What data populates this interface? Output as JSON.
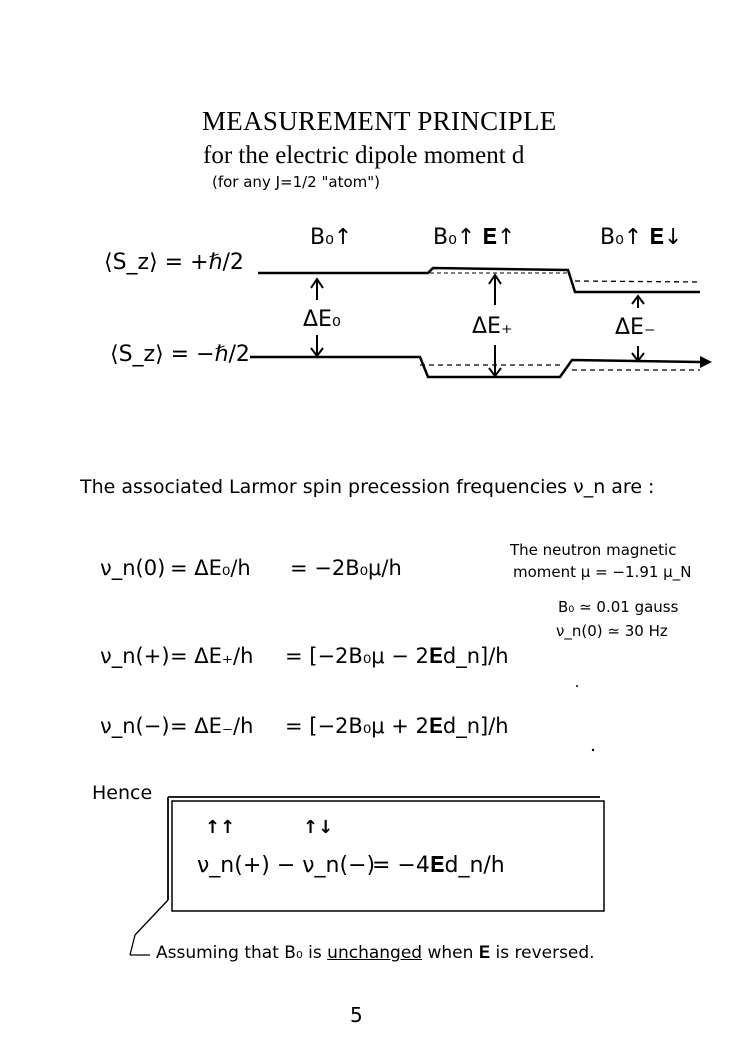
{
  "header": {
    "title": "MEASUREMENT  PRINCIPLE",
    "subtitle": "for the electric dipole moment  d",
    "note": "(for any  J=1/2 \"atom\")"
  },
  "diagram": {
    "state_up": "⟨S_z⟩ = +ℏ/2",
    "state_down": "⟨S_z⟩ = −ℏ/2",
    "field_labels": [
      "B₀↑",
      "B₀↑  𝐄↑",
      "B₀↑  𝐄↓"
    ],
    "splittings": [
      "ΔE₀",
      "ΔE₊",
      "ΔE₋"
    ]
  },
  "intro": "The associated Larmor spin precession frequencies ν_n are :",
  "equations": [
    {
      "lhs": "ν_n(0)",
      "mid": "= ΔE₀/h",
      "rhs": "= −2B₀μ/h"
    },
    {
      "lhs": "ν_n(+)",
      "mid": "= ΔE₊/h",
      "rhs": "= [−2B₀μ − 2𝐄d_n]/h"
    },
    {
      "lhs": "ν_n(−)",
      "mid": "= ΔE₋/h",
      "rhs": "= [−2B₀μ + 2𝐄d_n]/h"
    }
  ],
  "side_notes": {
    "line1": "The neutron magnetic",
    "line2": "moment  μ = −1.91 μ_N",
    "line3": "B₀ ≃ 0.01 gauss",
    "line4": "ν_n(0) ≃ 30 Hz"
  },
  "hence": "Hence",
  "result": {
    "arrows1": "↑↑",
    "arrows2": "↑↓",
    "lhs": "ν_n(+)  −  ν_n(−)",
    "rhs": "=    −4𝐄d_n/h"
  },
  "assumption": "Assuming that B₀ is unchanged when 𝐄 is reversed.",
  "assumption_parts": {
    "before": "Assuming that B₀ is ",
    "underlined": "unchanged",
    "after": " when 𝐄 is reversed."
  },
  "page_number": "5"
}
